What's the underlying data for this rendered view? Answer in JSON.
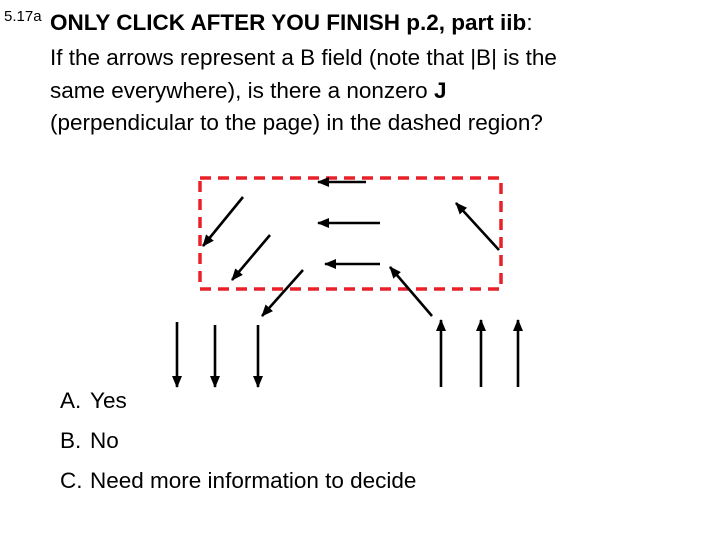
{
  "slide": {
    "number": "5.17a"
  },
  "question": {
    "title_bold": "ONLY CLICK AFTER YOU FINISH p.2, part iib",
    "title_colon": ":",
    "line1": "If the arrows represent a B field (note that |B| is the",
    "line2_pre": "same everywhere), is there a nonzero ",
    "line2_bold": "J",
    "line3": "(perpendicular to the page) in the dashed region?"
  },
  "figure": {
    "dashed_box_color": "#e8202a",
    "arrow_color": "#000000",
    "arrows": [
      {
        "name": "top-left-diagonal-arrow",
        "direction": "down-left"
      },
      {
        "name": "mid-left-diagonal-arrow",
        "direction": "down-left"
      },
      {
        "name": "lower-left-diagonal-arrow",
        "direction": "down-left"
      },
      {
        "name": "top-left-pointing-arrow",
        "direction": "left"
      },
      {
        "name": "middle-left-pointing-arrow",
        "direction": "left"
      },
      {
        "name": "bottom-left-pointing-arrow",
        "direction": "left"
      },
      {
        "name": "right-diagonal-arrow",
        "direction": "up-left"
      },
      {
        "name": "lower-right-diagonal-arrow",
        "direction": "up-left"
      },
      {
        "name": "down-arrow-1",
        "direction": "down"
      },
      {
        "name": "down-arrow-2",
        "direction": "down"
      },
      {
        "name": "down-arrow-3",
        "direction": "down"
      },
      {
        "name": "up-arrow-1",
        "direction": "up"
      },
      {
        "name": "up-arrow-2",
        "direction": "up"
      },
      {
        "name": "up-arrow-3",
        "direction": "up"
      }
    ]
  },
  "choices": [
    {
      "letter": "A.",
      "text": "Yes"
    },
    {
      "letter": "B.",
      "text": "No"
    },
    {
      "letter": "C.",
      "text": "Need more information to decide"
    }
  ]
}
